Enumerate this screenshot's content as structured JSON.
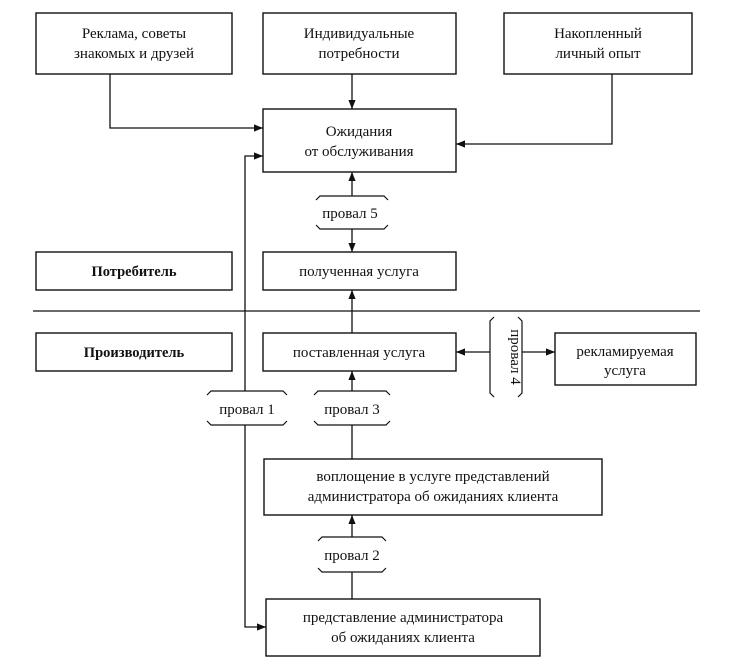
{
  "boxes": {
    "ads": {
      "lines": [
        "Реклама, советы",
        "знакомых и друзей"
      ]
    },
    "needs": {
      "lines": [
        "Индивидуальные",
        "потребности"
      ]
    },
    "experience": {
      "lines": [
        "Накопленный",
        "личный опыт"
      ]
    },
    "expectations": {
      "lines": [
        "Ожидания",
        "от обслуживания"
      ]
    },
    "consumer": {
      "lines": [
        "Потребитель"
      ]
    },
    "received": {
      "lines": [
        "полученная услуга"
      ]
    },
    "producer": {
      "lines": [
        "Производитель"
      ]
    },
    "delivered": {
      "lines": [
        "поставленная услуга"
      ]
    },
    "advertised": {
      "lines": [
        "рекламируемая",
        "услуга"
      ]
    },
    "embodiment": {
      "lines": [
        "воплощение в услуге представлений",
        "администратора об ожиданиях клиента"
      ]
    },
    "perception": {
      "lines": [
        "представление администратора",
        "об ожиданиях клиента"
      ]
    }
  },
  "gaps": {
    "gap1": "провал 1",
    "gap2": "провал 2",
    "gap3": "провал 3",
    "gap4": "провал 4",
    "gap5": "провал 5"
  }
}
